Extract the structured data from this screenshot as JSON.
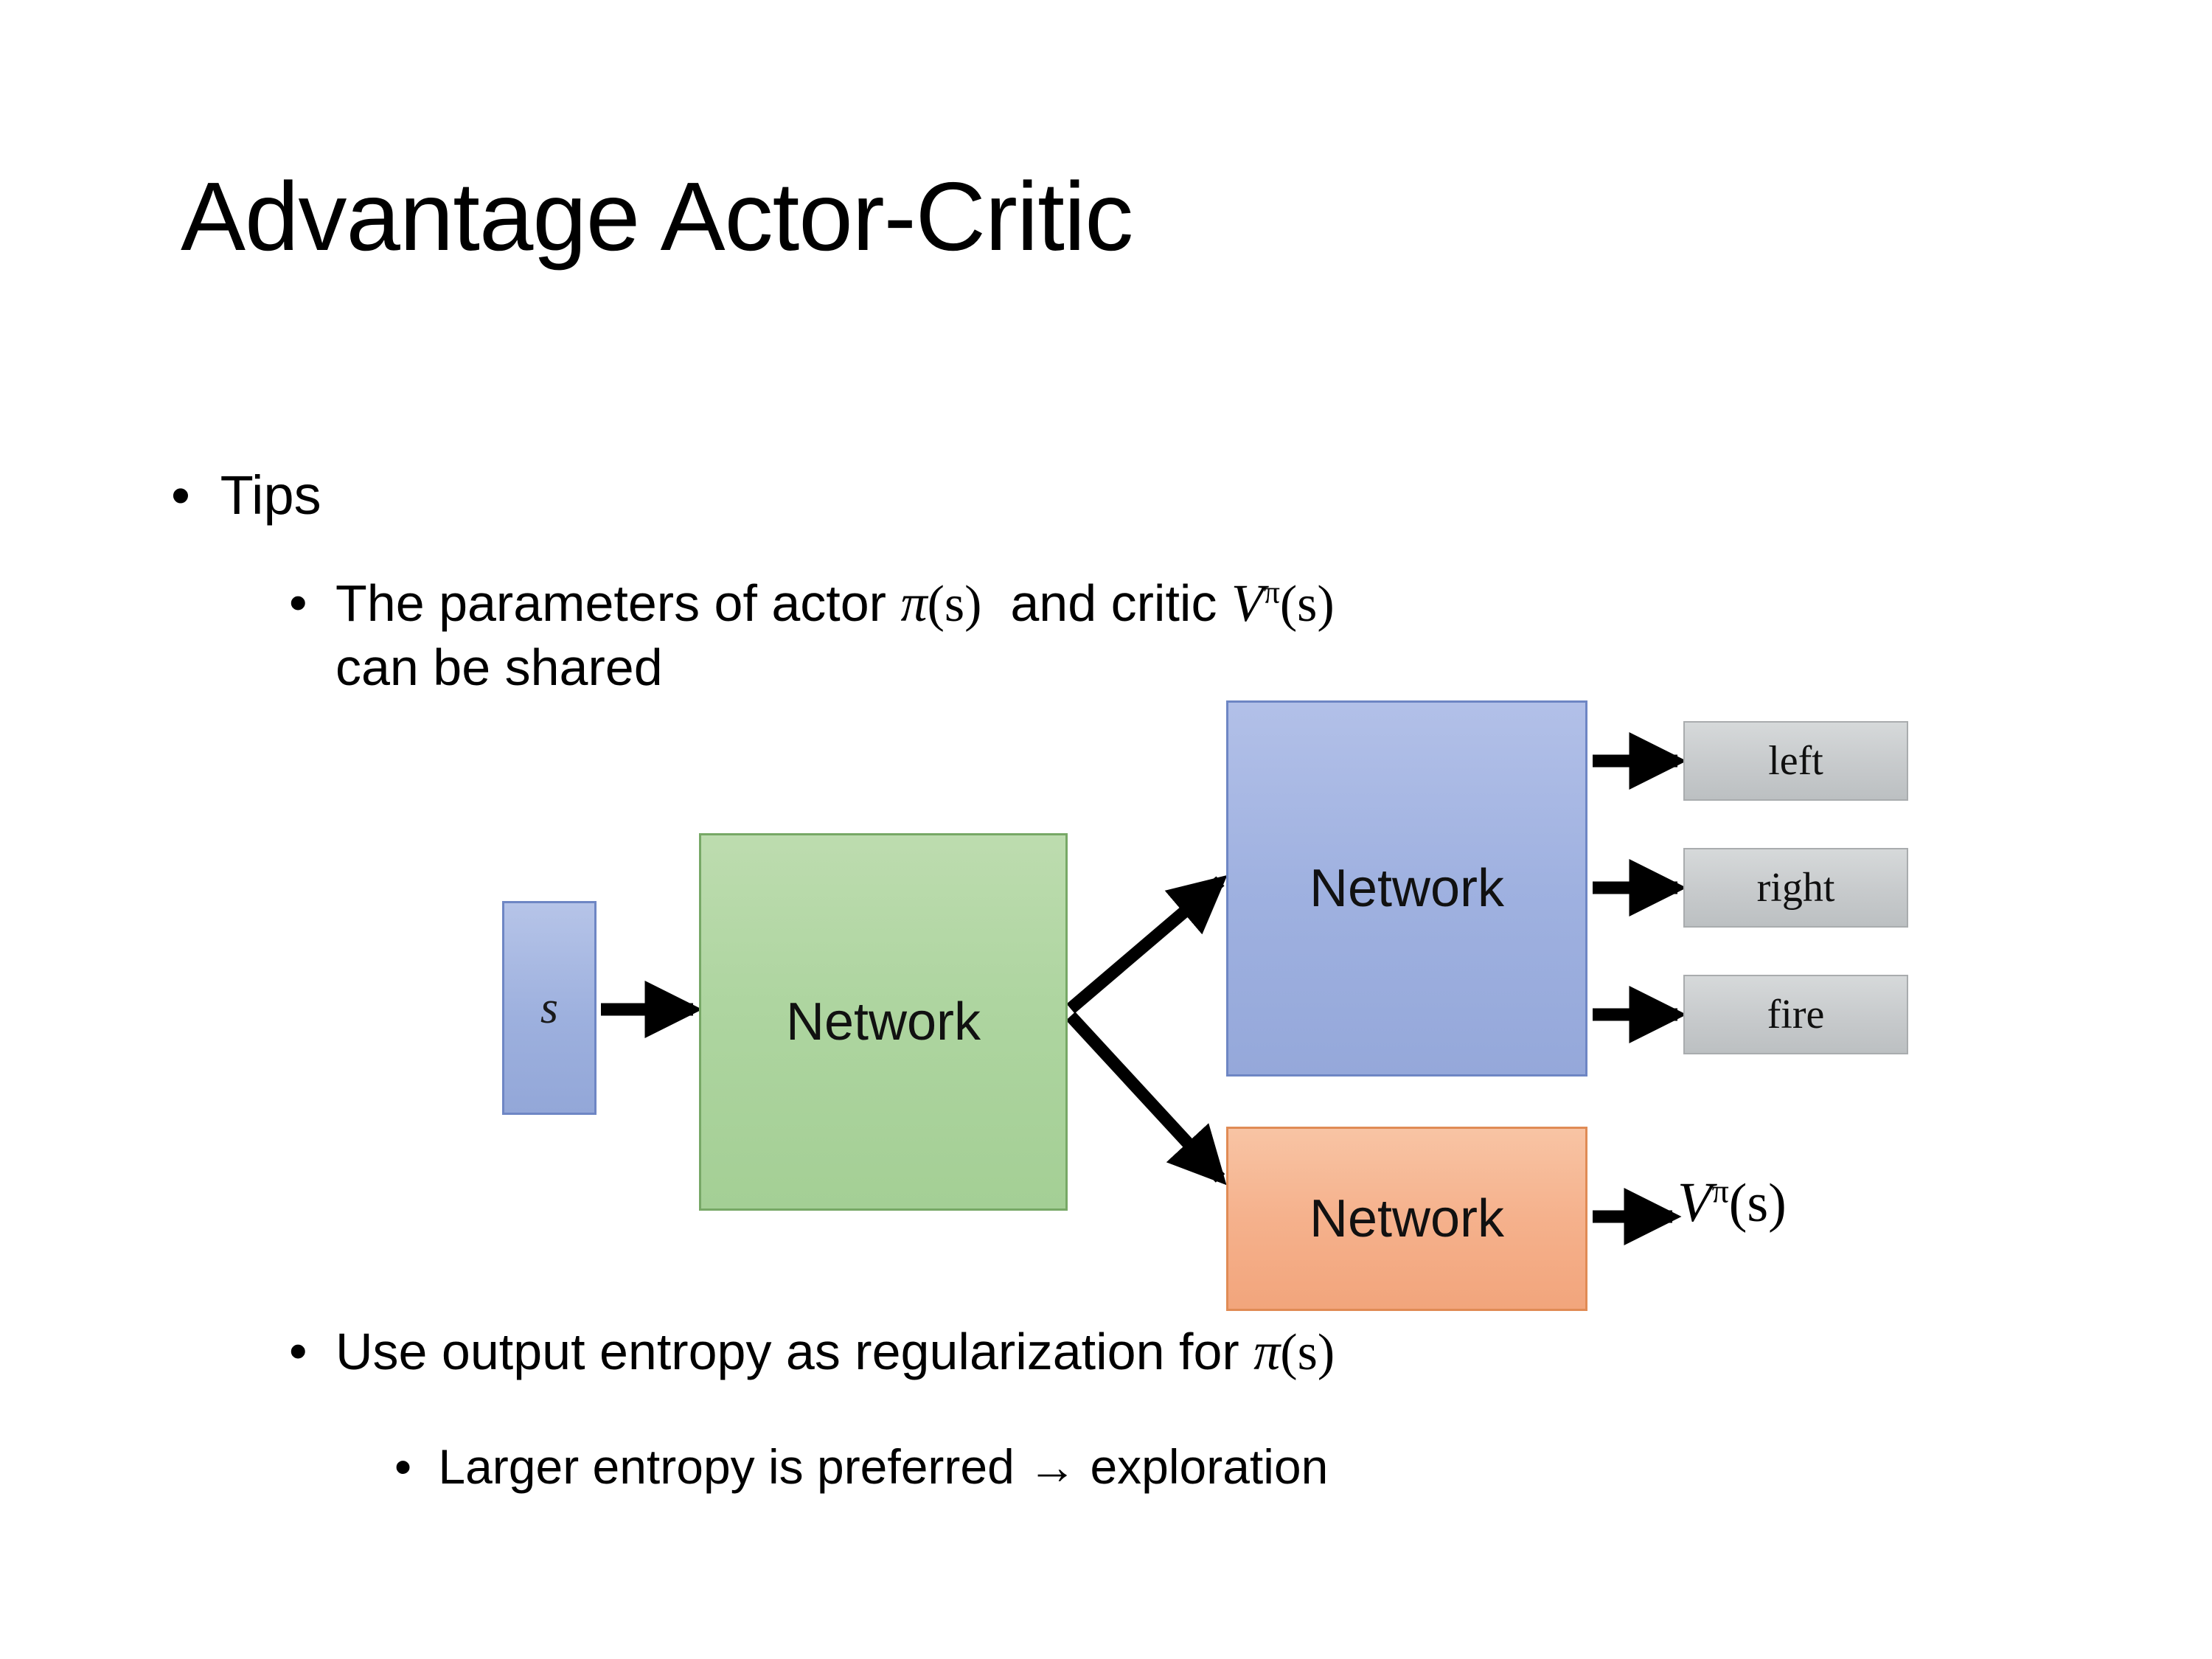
{
  "slide": {
    "title": "Advantage Actor-Critic",
    "bullets": {
      "tips": "Tips",
      "params_pre": "The parameters of actor ",
      "params_actor_pi": "π",
      "params_actor_arg": "(s)",
      "params_mid": "  and critic ",
      "params_critic_V": "V",
      "params_critic_sup": "π",
      "params_critic_arg": "(s)",
      "params_line2": "can be shared",
      "entropy_pre": "Use output entropy as regularization for ",
      "entropy_pi": "π",
      "entropy_arg": "(s)",
      "larger": "Larger entropy is preferred → exploration"
    }
  },
  "diagram": {
    "input_label": "s",
    "shared_network_label": "Network",
    "actor_network_label": "Network",
    "critic_network_label": "Network",
    "actions": [
      {
        "label": "left"
      },
      {
        "label": "right"
      },
      {
        "label": "fire"
      }
    ],
    "critic_output": {
      "V": "V",
      "sup": "π",
      "arg": "(s)"
    },
    "colors": {
      "input_fill": "#9db0de",
      "input_border": "#6e86c4",
      "shared_fill": "#aed5a0",
      "shared_border": "#77a866",
      "actor_fill": "#9fb1e0",
      "actor_border": "#6e86c4",
      "critic_fill": "#f5b18c",
      "critic_border": "#e08b55",
      "action_fill": "#c7cacc",
      "action_border": "#a9acae",
      "arrow": "#000000",
      "background": "#ffffff",
      "text": "#000000"
    }
  }
}
